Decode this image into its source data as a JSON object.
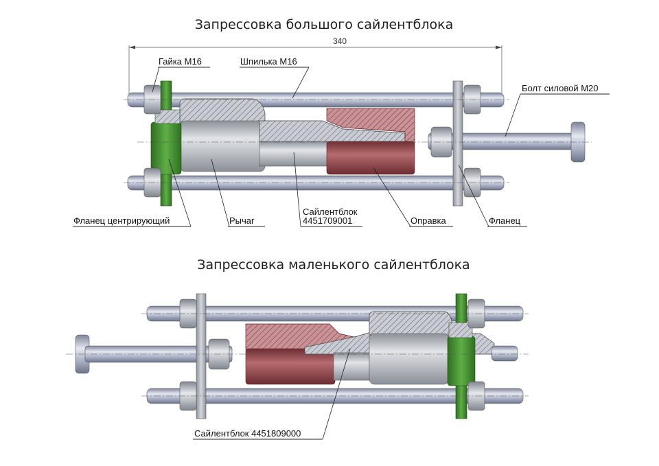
{
  "titles": {
    "top": "Запрессовка большого сайлентблока",
    "bottom": "Запрессовка маленького сайлентблока"
  },
  "dimension": {
    "value": "340"
  },
  "labels_top": {
    "nut": "Гайка М16",
    "stud": "Шпилька М16",
    "bolt": "Болт силовой М20",
    "centering_flange": "Фланец центрирующий",
    "lever": "Рычаг",
    "silentblock_1": "Сайлентблок",
    "silentblock_2": "4451709001",
    "mandrel": "Оправка",
    "flange": "Фланец"
  },
  "labels_bottom": {
    "silentblock": "Сайлентблок 4451809000"
  },
  "colors": {
    "rod": "#a9b1c6",
    "nut": "#b4b8c2",
    "green": "#4d9a3a",
    "plate": "#b9bcc4",
    "red": "#9a4c50",
    "lever": "#bcbec4"
  }
}
